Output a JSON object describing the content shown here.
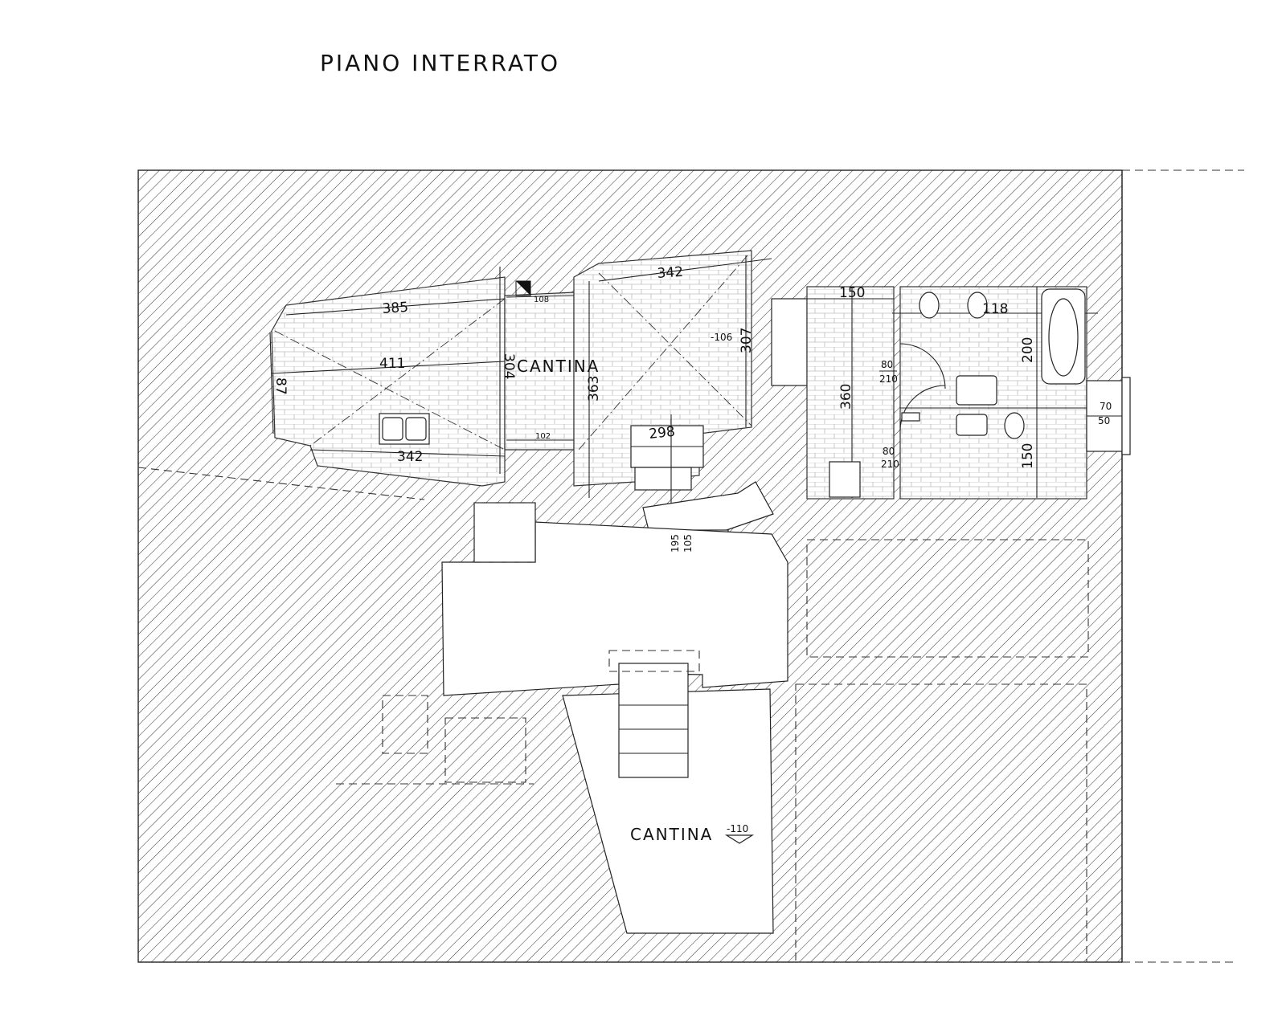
{
  "title": "PIANO INTERRATO",
  "rooms": {
    "cantina_upper": "CANTINA",
    "cantina_lower": "CANTINA",
    "cantina_lower_level": "-110"
  },
  "dimensions": {
    "d385": "385",
    "d411": "411",
    "d342_top": "342",
    "d342_bottom": "342",
    "d304": "304",
    "d87": "87",
    "d108": "108",
    "d102": "102",
    "d363": "363",
    "d307": "307",
    "level_106": "-106",
    "d298": "298",
    "d195": "195",
    "d105": "105",
    "d150_top": "150",
    "d360": "360",
    "d118": "118",
    "d200": "200",
    "d150_right": "150",
    "door_80_210_a_w": "80",
    "door_80_210_a_h": "210",
    "door_80_210_b_w": "80",
    "door_80_210_b_h": "210",
    "window_70": "70",
    "window_50": "50"
  },
  "colors": {
    "ink": "#222222",
    "background": "#ffffff"
  }
}
